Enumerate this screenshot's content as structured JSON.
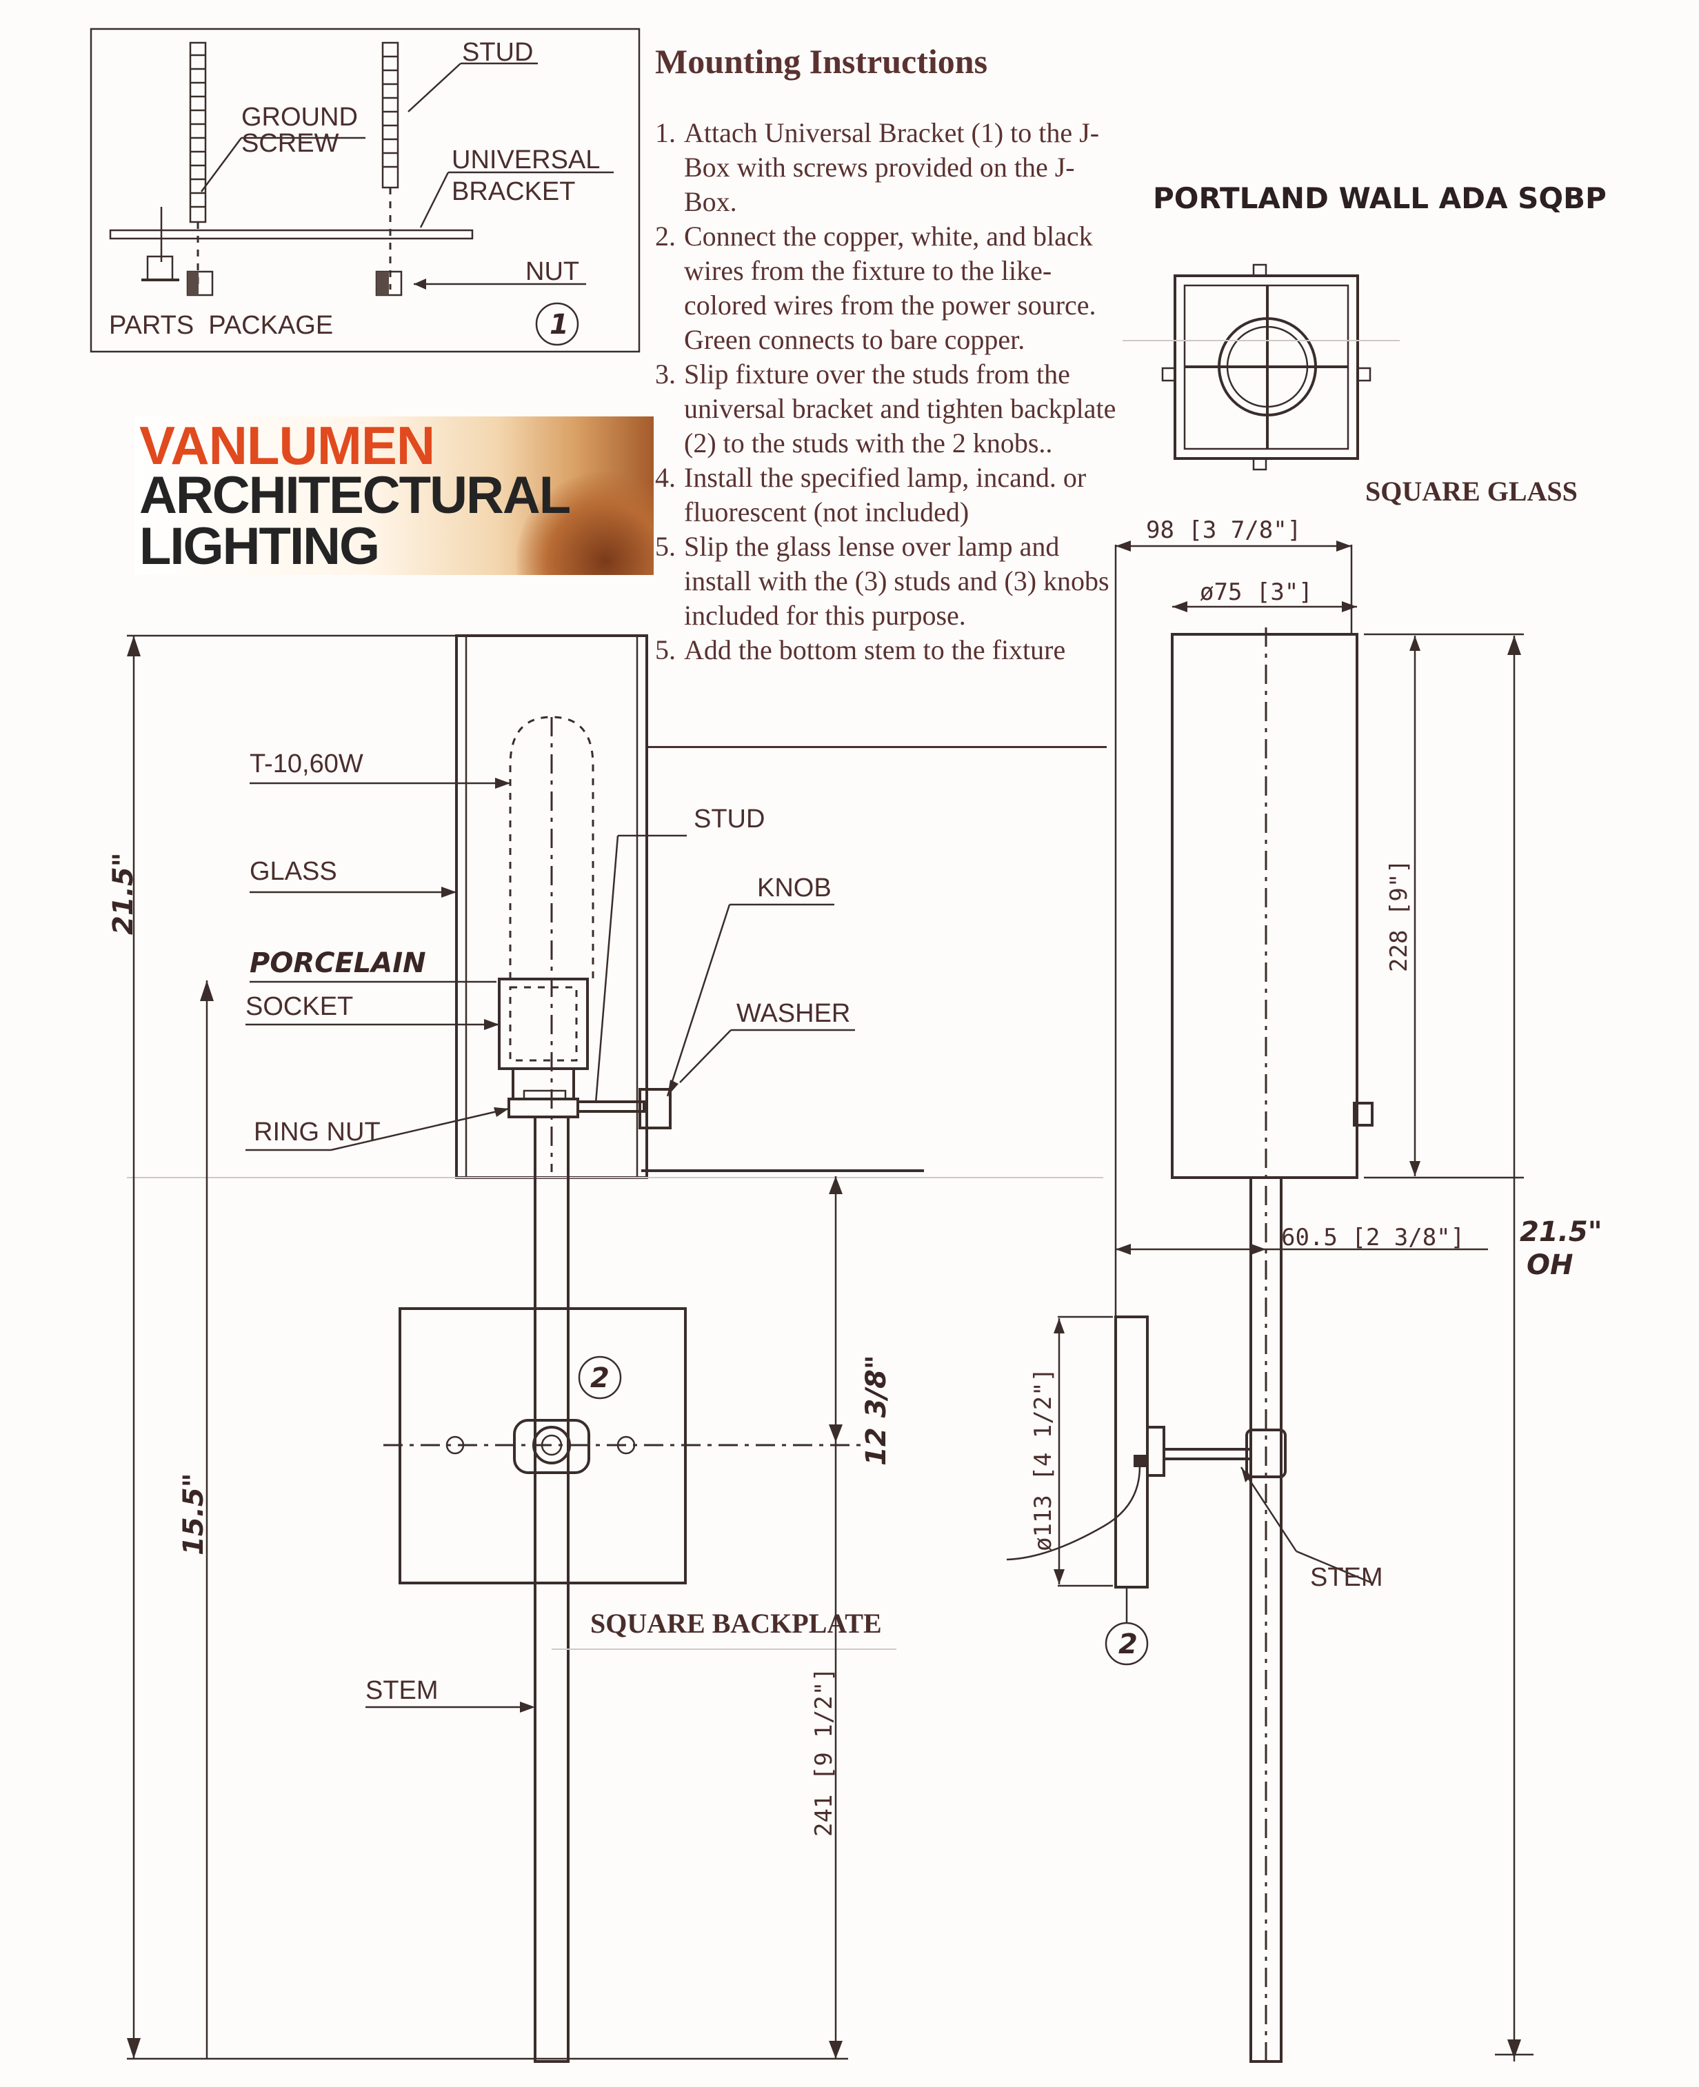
{
  "parts_package": {
    "stud": "STUD",
    "ground_screw_line1": "GROUND",
    "ground_screw_line2": "SCREW",
    "universal_line1": "UNIVERSAL",
    "universal_line2": "BRACKET",
    "nut": "NUT",
    "title": "PARTS  PACKAGE",
    "number": "1"
  },
  "instructions": {
    "heading": "Mounting Instructions",
    "steps": [
      {
        "num": "1.",
        "text": "Attach Universal Bracket (1) to the J-Box with screws provided on the J-Box."
      },
      {
        "num": "2.",
        "text": "Connect the copper, white, and black wires from the fixture to the like-colored wires from the power source. Green connects to bare copper."
      },
      {
        "num": "3.",
        "text": "Slip fixture over the studs from the universal bracket and tighten backplate (2) to the studs with the 2 knobs.."
      },
      {
        "num": "4.",
        "text": "Install the specified lamp, incand. or fluorescent (not included)"
      },
      {
        "num": "5.",
        "text": "Slip the glass lense over lamp and install with the (3) studs and (3) knobs included for this purpose."
      },
      {
        "num": "5.",
        "text": "Add the bottom stem to the fixture"
      }
    ]
  },
  "logo": {
    "line1": "VANLUMEN",
    "line2": "ARCHITECTURAL",
    "line3": "LIGHTING",
    "colors": {
      "accent": "#e04a1e",
      "dark": "#242424"
    }
  },
  "product": {
    "name": "PORTLAND WALL ADA SQBP",
    "top_view_label": "SQUARE GLASS",
    "backplate_label": "SQUARE BACKPLATE"
  },
  "front_view": {
    "lamp": "T-10,60W",
    "glass": "GLASS",
    "porcelain": "PORCELAIN",
    "socket": "SOCKET",
    "ring_nut": "RING NUT",
    "stud": "STUD",
    "knob": "KNOB",
    "washer": "WASHER",
    "stem": "STEM",
    "backplate_number": "2",
    "overall_height": "21.5\"",
    "mount_height": "15.5\"",
    "backplate_offset": "12 3/8\"",
    "stem_length": "241 [9 1/2\"]"
  },
  "side_view": {
    "width": "98 [3 7/8\"]",
    "diameter": "ø75 [3\"]",
    "height": "228 [9\"]",
    "projection": "60.5 [2 3/8\"]",
    "backplate_size": "ø113 [4 1/2\"]",
    "overall_height_line1": "21.5\"",
    "overall_height_line2": "OH",
    "stem": "STEM",
    "backplate_number": "2"
  }
}
